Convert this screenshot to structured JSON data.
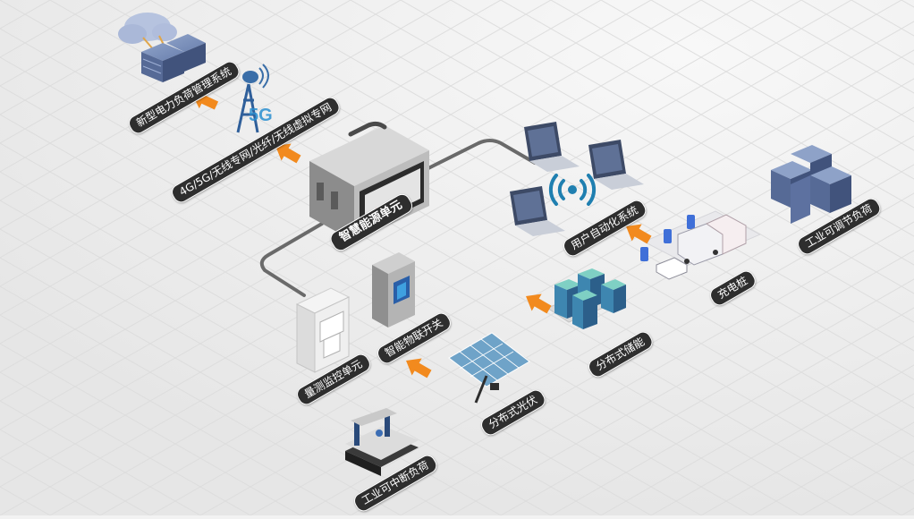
{
  "nodes": {
    "load_mgmt": "新型电力负荷管理系统",
    "network": "4G/5G/无线专网/光纤/无线虚拟专网",
    "energy_unit": "智慧能源单元",
    "user_auto": "用户自动化系统",
    "industrial_adjustable": "工业可调节负荷",
    "charging": "充电桩",
    "storage": "分布式储能",
    "iot_switch": "智能物联开关",
    "metering": "量测监控单元",
    "pv": "分布式光伏",
    "industrial_interruptible": "工业可中断负荷"
  },
  "icons": {
    "network_badge": "5G"
  },
  "colors": {
    "arrow": "#f28a1e",
    "label_bg": "#2e2e2e",
    "cable": "#6a6a6a",
    "wireless": "#1f7fb0"
  }
}
